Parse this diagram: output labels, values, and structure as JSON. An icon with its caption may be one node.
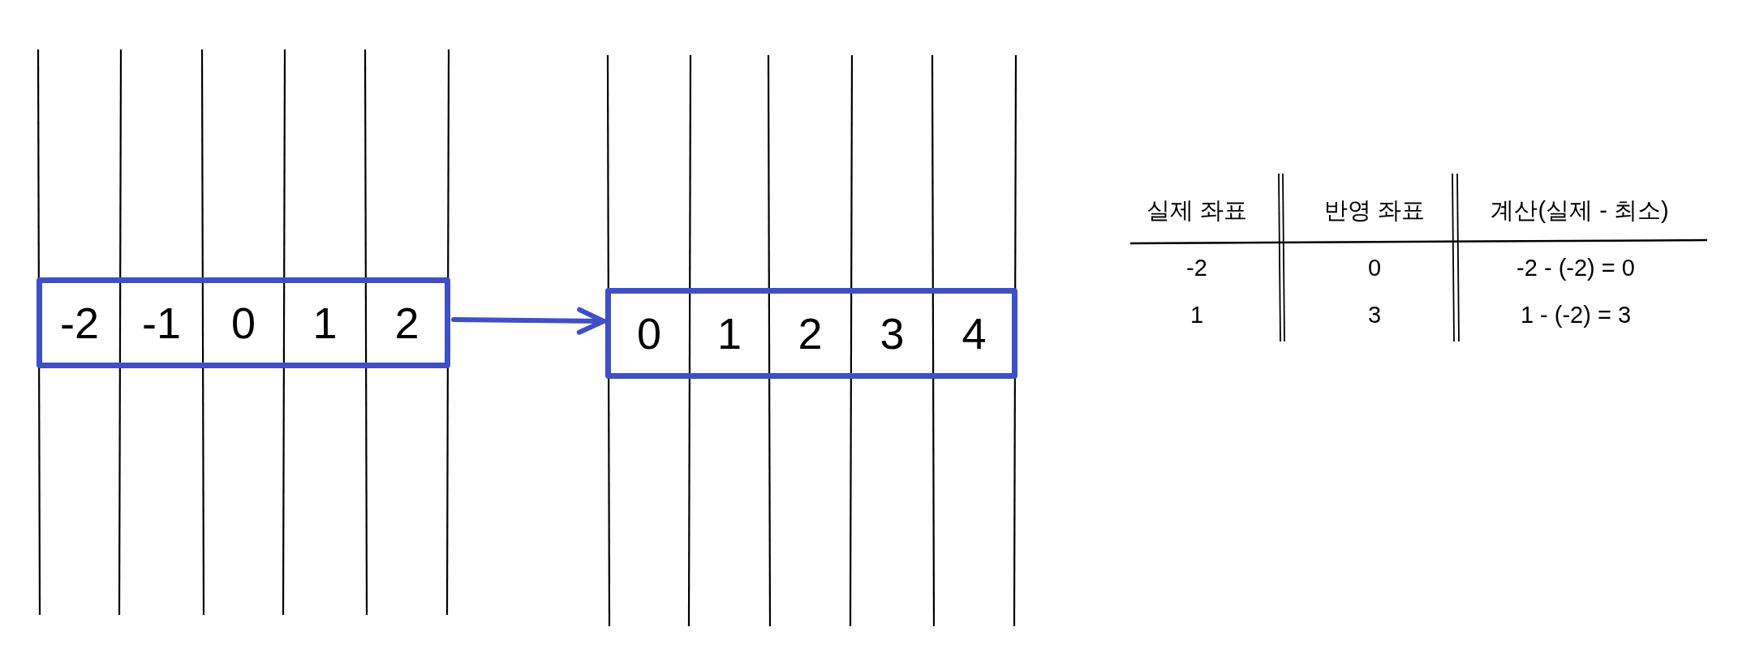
{
  "diagram": {
    "nodes": [
      {
        "text": [],
        "shape": "box"
      },
      {
        "text": [
          "-2"
        ],
        "in": 0
      },
      {
        "text": [
          "-1"
        ],
        "in": 0
      },
      {
        "text": [
          "0"
        ],
        "in": 0
      },
      {
        "text": [
          "1"
        ],
        "in": 0
      },
      {
        "text": [
          "2"
        ],
        "in": 0
      },
      {
        "text": [],
        "shape": "box"
      },
      {
        "text": [
          "0"
        ],
        "in": 6
      },
      {
        "text": [
          "1"
        ],
        "in": 6
      },
      {
        "text": [
          "2"
        ],
        "in": 6
      },
      {
        "text": [
          "3"
        ],
        "in": 6
      },
      {
        "text": [
          "4"
        ],
        "in": 6
      }
    ],
    "edges": [
      {
        "from": 0,
        "to": 6,
        "arrow": "to"
      }
    ],
    "labels": [
      "실제 좌표",
      "반영 좌표",
      "계산(실제 - 최소)",
      "-2",
      "0",
      "-2 - (-2) = 0",
      "1",
      "3",
      "1 - (-2) = 3"
    ]
  }
}
